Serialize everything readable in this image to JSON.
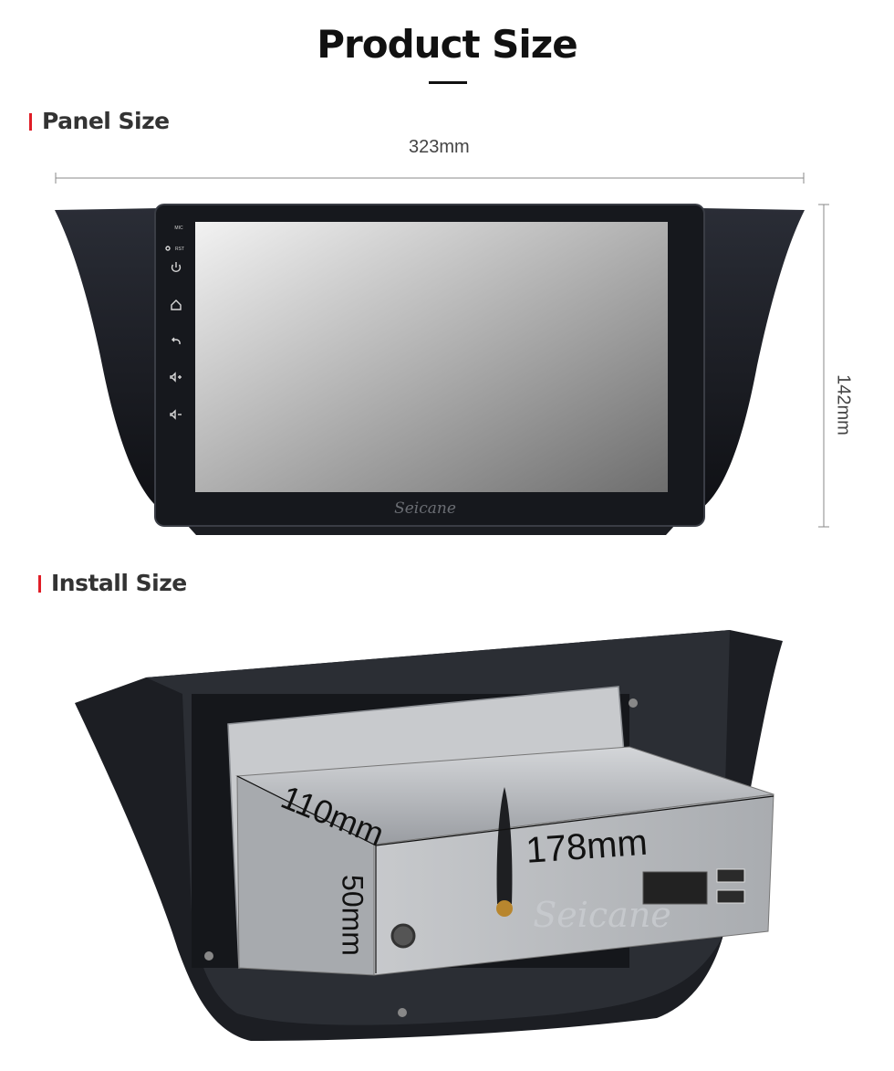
{
  "page": {
    "title": "Product Size",
    "sections": {
      "panel": {
        "heading": "Panel Size"
      },
      "install": {
        "heading": "Install Size"
      }
    }
  },
  "panel_dims": {
    "width": "323mm",
    "height": "142mm"
  },
  "panel_device": {
    "brand": "Seicane",
    "buttons": [
      {
        "label": "MIC",
        "icon": "mic-hole"
      },
      {
        "label": "RST",
        "icon": "reset-hole"
      },
      {
        "label": "",
        "icon": "power-icon"
      },
      {
        "label": "",
        "icon": "home-icon"
      },
      {
        "label": "",
        "icon": "back-icon"
      },
      {
        "label": "",
        "icon": "volume-up-icon"
      },
      {
        "label": "",
        "icon": "volume-down-icon"
      }
    ]
  },
  "install_dims": {
    "depth": "110mm",
    "width": "178mm",
    "height": "50mm"
  },
  "install_device": {
    "brand": "Seicane"
  },
  "colors": {
    "accent": "#e01d26",
    "frame": "#16181d",
    "chassis": "#b9bcc0"
  }
}
